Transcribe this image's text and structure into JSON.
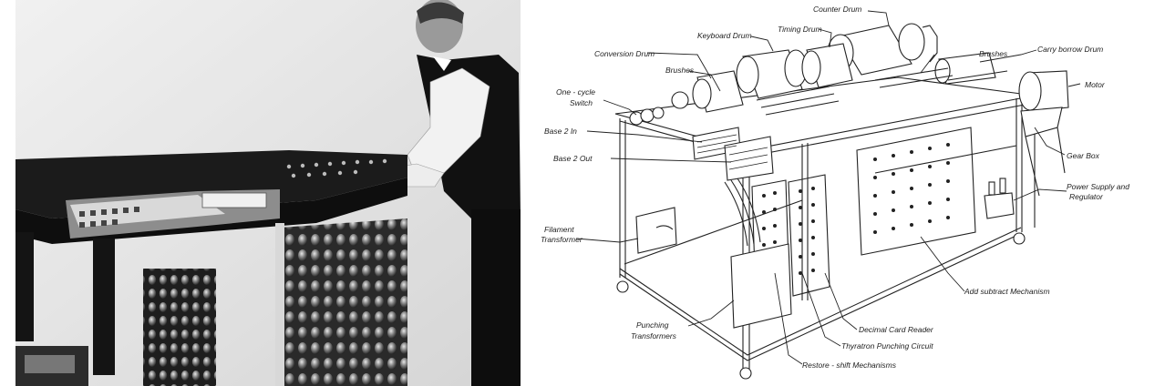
{
  "diagram": {
    "labels": {
      "counter_drum": "Counter Drum",
      "keyboard_drum": "Keyboard Drum",
      "timing_drum": "Timing Drum",
      "conversion_drum": "Conversion Drum",
      "brushes_left": "Brushes",
      "brushes_right": "Brushes",
      "carry_borrow_drum": "Carry borrow Drum",
      "motor": "Motor",
      "one_cycle_switch_line1": "One - cycle",
      "one_cycle_switch_line2": "Switch",
      "base2_in": "Base 2 In",
      "base2_out": "Base 2 Out",
      "gear_box": "Gear Box",
      "power_supply_line1": "Power Supply and",
      "power_supply_line2": "Regulator",
      "filament_transformer_line1": "Filament",
      "filament_transformer_line2": "Transformer",
      "add_subtract": "Add subtract Mechanism",
      "punching_transformers_line1": "Punching",
      "punching_transformers_line2": "Transformers",
      "decimal_card_reader": "Decimal Card Reader",
      "thyratron_punching_circuit": "Thyratron Punching Circuit",
      "restore_shift": "Restore - shift Mechanisms"
    }
  }
}
